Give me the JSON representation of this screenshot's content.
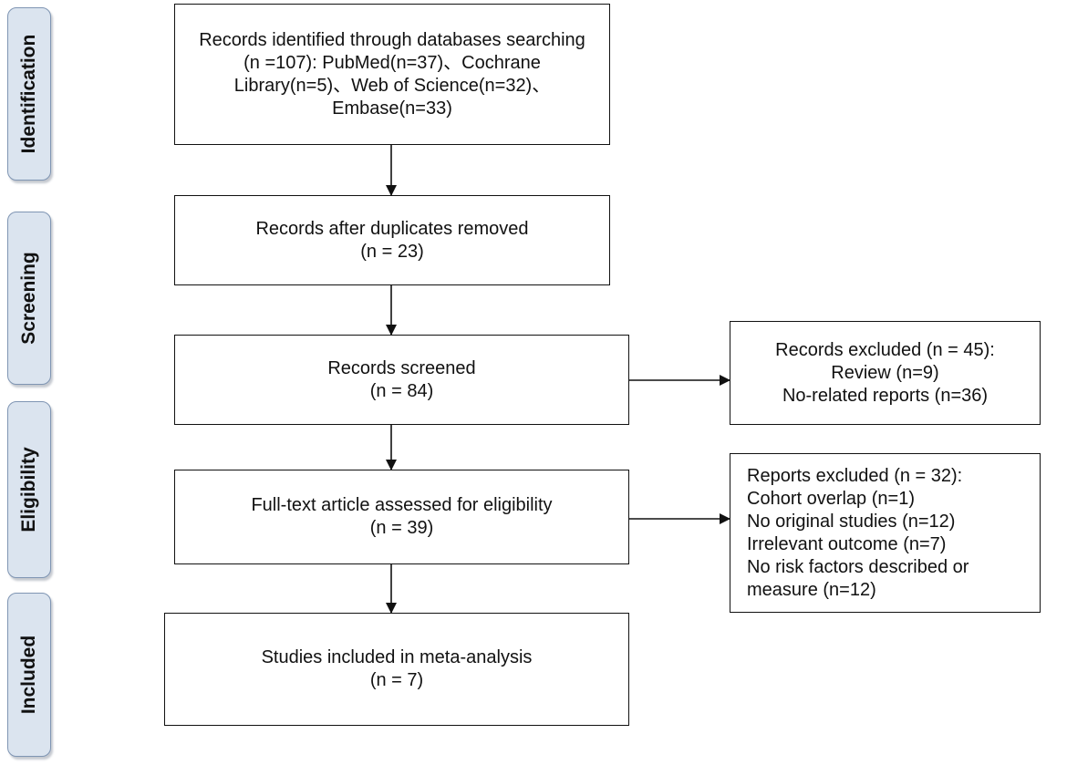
{
  "stages": {
    "identification": "Identification",
    "screening": "Screening",
    "eligibility": "Eligibility",
    "included": "Included"
  },
  "boxes": {
    "identified": {
      "lines": [
        "Records identified through databases searching",
        "(n =107): PubMed(n=37)、Cochrane",
        "Library(n=5)、Web of Science(n=32)、",
        "Embase(n=33)"
      ]
    },
    "duplicates_removed": {
      "lines": [
        "Records after duplicates removed",
        "(n = 23)"
      ]
    },
    "screened": {
      "lines": [
        "Records screened",
        "(n = 84)"
      ]
    },
    "records_excluded": {
      "lines": [
        "Records excluded (n = 45):",
        "Review (n=9)",
        "No-related reports (n=36)"
      ]
    },
    "full_text": {
      "lines": [
        "Full-text article assessed for eligibility",
        "(n = 39)"
      ]
    },
    "reports_excluded": {
      "lines": [
        "Reports excluded (n = 32):",
        "Cohort overlap (n=1)",
        "No original studies (n=12)",
        "Irrelevant outcome (n=7)",
        "No risk factors described or",
        "measure (n=12)"
      ]
    },
    "included": {
      "lines": [
        "Studies included in meta-analysis",
        "(n = 7)"
      ]
    }
  }
}
